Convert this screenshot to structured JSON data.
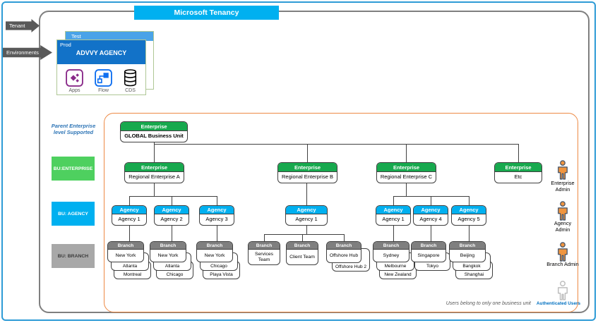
{
  "banner": {
    "title": "Microsoft Tenancy"
  },
  "arrows": {
    "tenant": "Tenant",
    "environments": "Environments"
  },
  "environment": {
    "test_label": "Test",
    "prod_label": "Prod",
    "agency_name": "ADVVY AGENCY",
    "apps_label": "Apps",
    "flow_label": "Flow",
    "cds_label": "CDS"
  },
  "side_labels": {
    "parent_note": "Parent Enterprise level Supported",
    "bu_enterprise": "BU:ENTERPRISE",
    "bu_agency": "BU: AGENCY",
    "bu_branch": "BU: BRANCH"
  },
  "org": {
    "root": {
      "header": "Enterprise",
      "name": "GLOBAL Business Unit"
    },
    "level2": [
      {
        "header": "Enterprise",
        "name": "Regional Enterprise A"
      },
      {
        "header": "Enterprise",
        "name": "Regional Enterprise B"
      },
      {
        "header": "Enterprise",
        "name": "Regional Enterprise C"
      },
      {
        "header": "Enterprise",
        "name": "Etc"
      }
    ],
    "agencies": [
      {
        "header": "Agency",
        "name": "Agency 1"
      },
      {
        "header": "Agency",
        "name": "Agency 2"
      },
      {
        "header": "Agency",
        "name": "Agency 3"
      },
      {
        "header": "Agency",
        "name": "Agency 1"
      },
      {
        "header": "Agency",
        "name": "Agency 1"
      },
      {
        "header": "Agency",
        "name": "Agency 4"
      },
      {
        "header": "Agency",
        "name": "Agency 5"
      }
    ],
    "branch_stacks": [
      {
        "header": "Branch",
        "items": [
          "New York",
          "Atlanta",
          "Montreal"
        ]
      },
      {
        "header": "Branch",
        "items": [
          "New York",
          "Atlanta",
          "Chicago"
        ]
      },
      {
        "header": "Branch",
        "items": [
          "New York",
          "Chicago",
          "Playa Vista"
        ]
      },
      {
        "header": "Branch",
        "items": [
          "Sydney",
          "Melbourne",
          "New Zealand"
        ]
      },
      {
        "header": "Branch",
        "items": [
          "Singapore",
          "Tokyo"
        ]
      },
      {
        "header": "Branch",
        "items": [
          "Beijing",
          "Bangkok",
          "Shanghai"
        ]
      }
    ],
    "branch_nodes": [
      {
        "header": "Branch",
        "name": "Services Team"
      },
      {
        "header": "Branch",
        "name": "Client Team"
      },
      {
        "header": "Branch",
        "name": "Offshore Hub",
        "behind": "Offshore Hub 2"
      }
    ]
  },
  "people": [
    {
      "label": "Enterprise Admin"
    },
    {
      "label": "Agency Admin"
    },
    {
      "label": "Branch Admin"
    },
    {
      "label": "Authenticated Users"
    }
  ],
  "footer_note": "Users belong to only one business unit",
  "colors": {
    "banner_cyan": "#00B0F0",
    "enterprise_green": "#17A94E",
    "agency_cyan": "#00B0F0",
    "branch_gray": "#7F7F7F",
    "bu_enterprise_green": "#4ED05F",
    "bu_branch_gray": "#A8A8A8",
    "org_border_orange": "#ED8A45",
    "outer_border_blue": "#2E9BD6",
    "prod_header_blue": "#1272C8",
    "test_header_blue": "#4AA3E8",
    "admin_orange": "#F0953F",
    "auth_link_blue": "#0070C0"
  }
}
